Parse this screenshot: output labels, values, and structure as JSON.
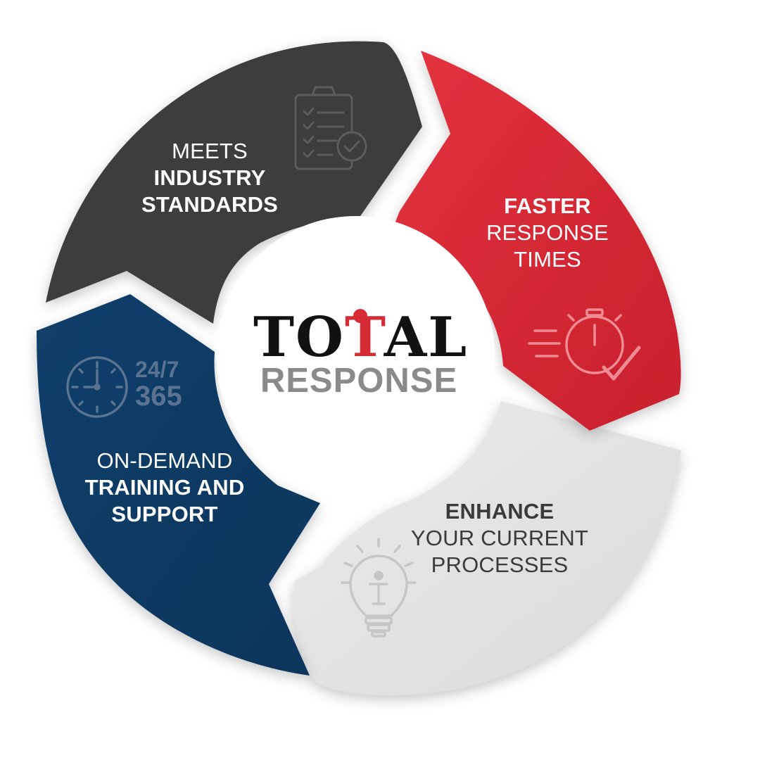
{
  "colors": {
    "segment_top": "#3c3c3c",
    "segment_right": "#d7303c",
    "segment_bottom": "#e3e3e3",
    "segment_left": "#0d3c66",
    "logo_black": "#111111",
    "logo_red": "#d42b35",
    "logo_gray": "#8a8a8a"
  },
  "logo": {
    "top_prefix": "TO",
    "top_accent": "T",
    "top_suffix": "AL",
    "bottom": "RESPONSE"
  },
  "segments": {
    "top": {
      "line1": "MEETS",
      "line2": "INDUSTRY",
      "line3": "STANDARDS",
      "icon": "checklist-clipboard-icon"
    },
    "right": {
      "line1": "FASTER",
      "line2": "RESPONSE",
      "line3": "TIMES",
      "icon": "stopwatch-check-icon"
    },
    "bottom": {
      "line1": "ENHANCE",
      "line2": "YOUR CURRENT",
      "line3": "PROCESSES",
      "icon": "lightbulb-icon"
    },
    "left": {
      "line1": "ON-DEMAND",
      "line2": "TRAINING AND",
      "line3": "SUPPORT",
      "icon": "clock-icon",
      "badge_line1": "24/7",
      "badge_line2": "365"
    }
  }
}
